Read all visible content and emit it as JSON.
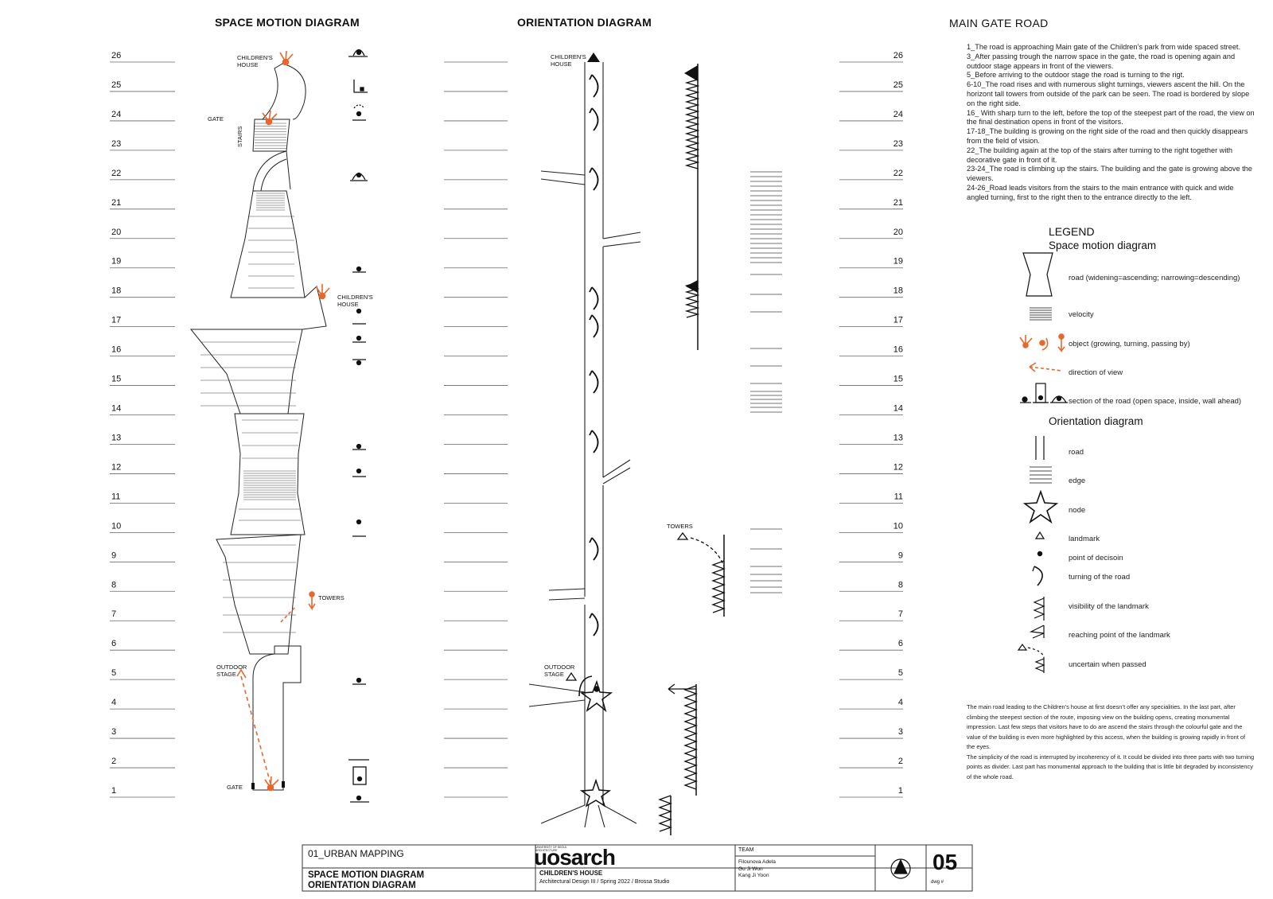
{
  "titles": {
    "space_motion": "SPACE MOTION DIAGRAM",
    "orientation": "ORIENTATION DIAGRAM",
    "main_gate": "MAIN GATE ROAD"
  },
  "scale_numbers": [
    "1",
    "2",
    "3",
    "4",
    "5",
    "6",
    "7",
    "8",
    "9",
    "10",
    "11",
    "12",
    "13",
    "14",
    "15",
    "16",
    "17",
    "18",
    "19",
    "20",
    "21",
    "22",
    "23",
    "24",
    "25",
    "26"
  ],
  "space_labels": {
    "childrens_house_top": "CHILDREN'S\nHOUSE",
    "gate_top": "GATE",
    "stairs": "STAIRS",
    "childrens_house_mid": "CHILDREN'S\nHOUSE",
    "towers": "TOWERS",
    "outdoor_stage": "OUTDOOR\nSTAGE",
    "gate_bottom": "GATE"
  },
  "orient_labels": {
    "childrens_house": "CHILDREN'S\nHOUSE",
    "towers": "TOWERS",
    "outdoor_stage": "OUTDOOR\nSTAGE"
  },
  "description": [
    "1_The road is approaching Main gate of the Children’s park from wide spaced street.",
    "3_After passing trough the narrow space in the gate, the road is opening again and outdoor stage appears in front of the viewers.",
    "5_Before arriving to the outdoor stage the road is turning to the rigt.",
    "6-10_The road rises and with numerous slight turnings, viewers ascent the hill. On the horizont tall towers from outside of the park can be seen. The road is bordered by slope on the right side.",
    "16_ With sharp turn to the left, before the top of the steepest part of the road, the view on the final destination opens in front of the visitors.",
    "17-18_The building is growing on the right side of the road and then quickly disappears from the field of vision.",
    "22_The building again at the top of the stairs after turning to the right together with decorative gate in front of it.",
    "23-24_The road is climbing up the stairs. The building and the gate is growing above the viewers.",
    "24-26_Road leads visitors from the stairs to the main entrance with quick and wide angled turning, first to the right then to the entrance directly to the left."
  ],
  "legend": {
    "title": "LEGEND",
    "space_title": "Space motion diagram",
    "space_items": [
      "road (widening=ascending; narrowing=descending)",
      "velocity",
      "object (growing, turning, passing by)",
      "direction of view",
      "section of the road (open space, inside, wall ahead)"
    ],
    "orient_title": "Orientation diagram",
    "orient_items": [
      "road",
      "edge",
      "node",
      "landmark",
      "point of decisoin",
      "turning of the road",
      "visibility of the landmark",
      "reaching point of the landmark",
      "uncertain when passed"
    ]
  },
  "summary": [
    "The main road leading to the Children’s house at first doesn’t offer any specialities. In the last part, after climbing the steepest section of the route, imposing view on the building opens, creating monumental impression. Last few steps that visitors have to do are ascend the stairs through the colourful gate and the value of the building is even more highlighted by this access, when the building is growing rapidly in front of the eyes.",
    "The simplicity of the road is interrupted by incoherency of it. It could be divided into three parts with two turning points as divider. Last part has monumental approach to the building that is little bit degraded by inconsistency of the whole road."
  ],
  "title_block": {
    "section": "01_URBAN MAPPING",
    "drawing_title_1": "SPACE MOTION DIAGRAM",
    "drawing_title_2": "ORIENTATION DIAGRAM",
    "logo_small": "UNIVERSITY OF SEOUL\nARCHITECTURE",
    "logo": "uosarch",
    "project": "CHILDREN'S HOUSE",
    "course": "Architectural Design III / Spring 2022 / Brossa Studio",
    "team_label": "TEAM",
    "team": [
      "Filounova Adela",
      "Gu Ji Won",
      "Kang Ji Yoon"
    ],
    "dwg_number": "05",
    "dwg_label": "dwg #"
  },
  "colors": {
    "accent": "#e8672c",
    "ink": "#111111",
    "line": "#555555"
  }
}
